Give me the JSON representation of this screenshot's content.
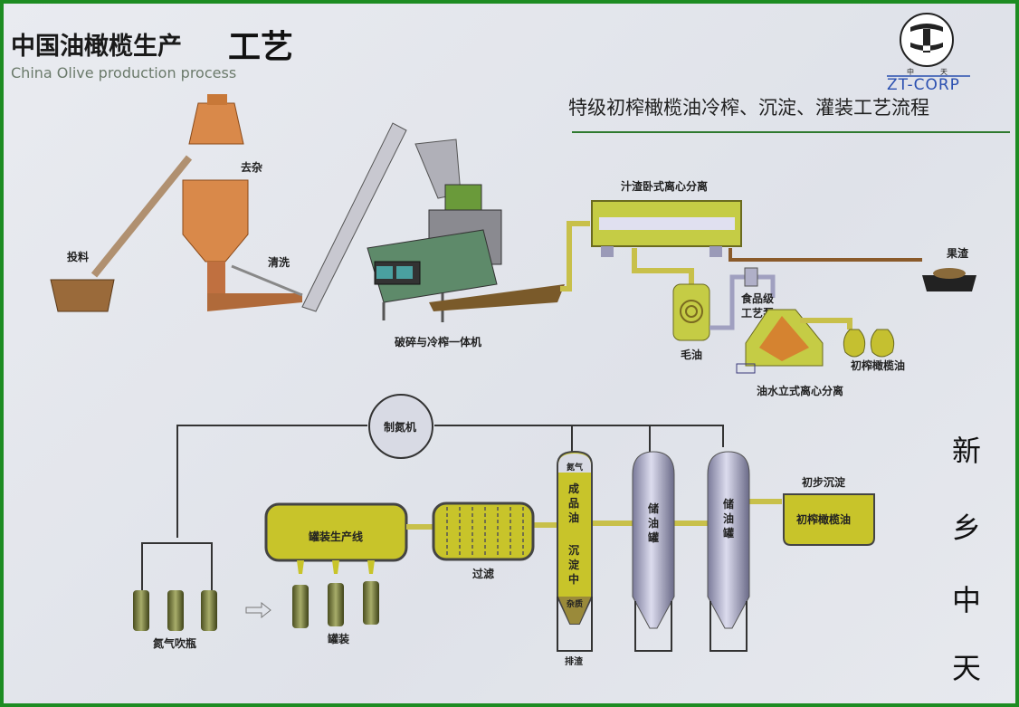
{
  "header": {
    "title": "中国油橄榄生产",
    "title_brush": "工艺",
    "subtitle": "China Olive production process",
    "heading": "特级初榨橄榄油冷榨、沉淀、灌装工艺流程"
  },
  "logo": {
    "left_char": "中",
    "right_char": "天",
    "name": "ZT-CORP"
  },
  "top_process": {
    "feeding": "投料",
    "impurity_removal": "去杂",
    "washing": "清洗",
    "crusher": "破碎与冷榨一体机",
    "decanter": "汁渣卧式离心分离",
    "pomace": "果渣",
    "crude_oil": "毛油",
    "pump": [
      "食品级",
      "工艺泵"
    ],
    "separator": "油水立式离心分离",
    "virgin_oil": "初榨橄榄油"
  },
  "bottom_process": {
    "nitrogen_generator": "制氮机",
    "filling_line": "罐装生产线",
    "filter": "过滤",
    "bottle_purge": "氮气吹瓶",
    "filling": "罐装",
    "settling_tank": {
      "nitrogen": "氮气",
      "product": [
        "成",
        "品",
        "油"
      ],
      "settling": [
        "沉",
        "淀",
        "中"
      ],
      "impurity": "杂质",
      "discharge": "排渣"
    },
    "storage_tank_1": [
      "储",
      "油",
      "罐"
    ],
    "storage_tank_2": [
      "储",
      "油",
      "罐"
    ],
    "preliminary_settling": "初步沉淀",
    "virgin_oil_box": "初榨橄榄油"
  },
  "side_text": [
    "新",
    "乡",
    "中",
    "天"
  ],
  "colors": {
    "border": "#1d8c22",
    "oil": "#c9c52a",
    "tank": "#9a9ab8",
    "brand_orange": "#e07a1a",
    "brand_blue": "#2a4fb0"
  }
}
